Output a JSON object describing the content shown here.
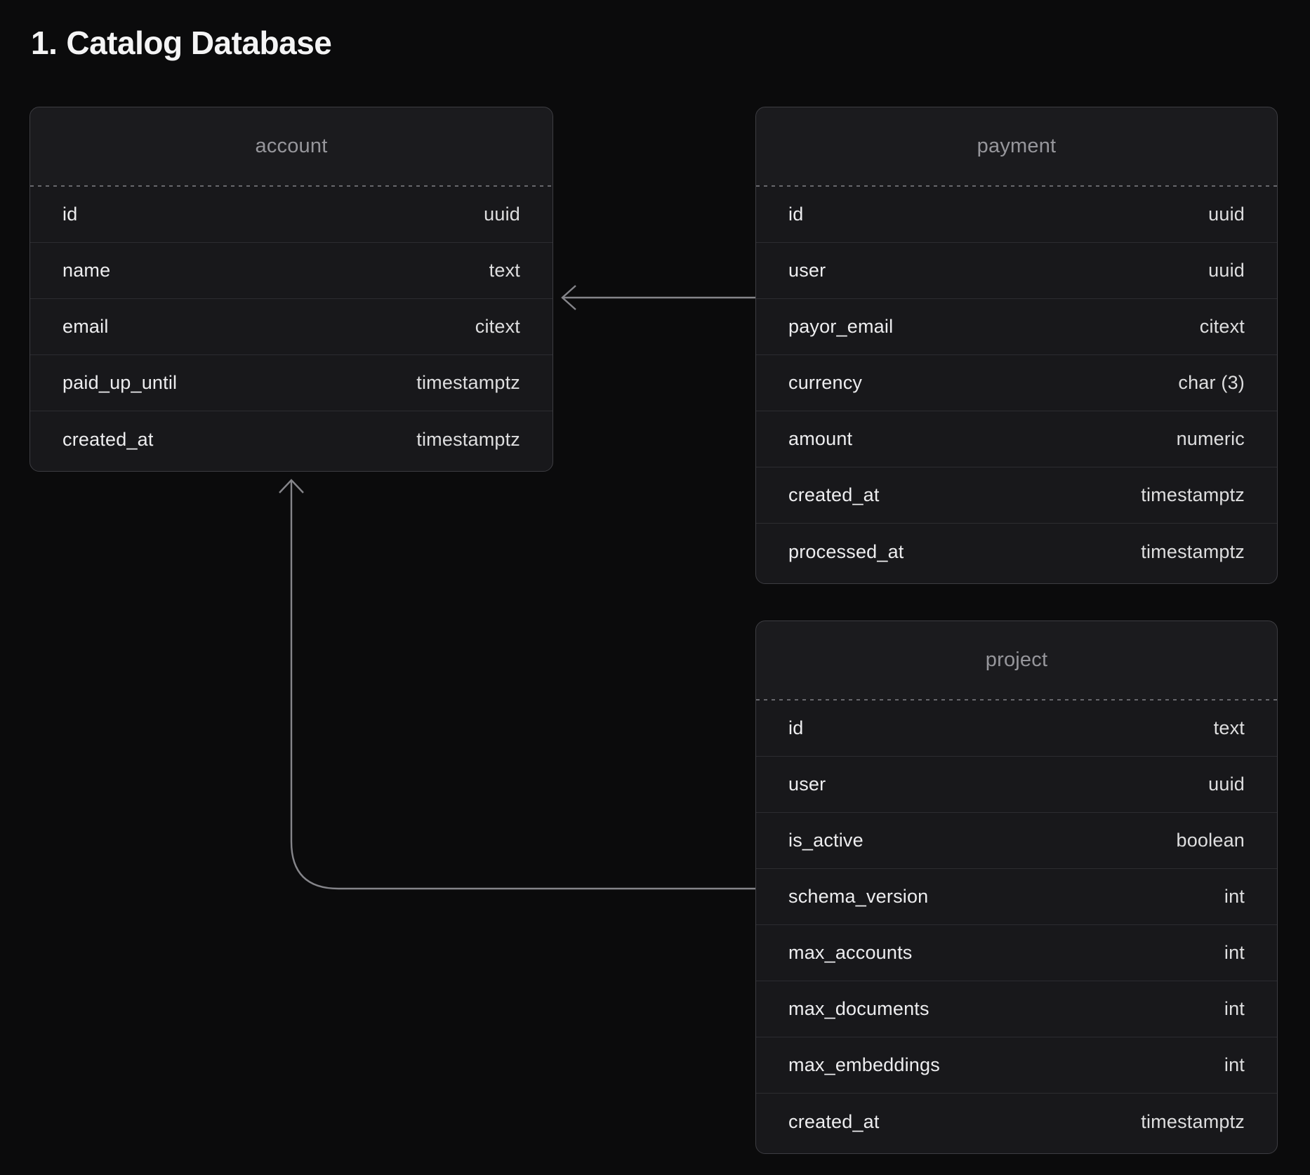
{
  "title": {
    "number": "1.",
    "text": "Catalog Database"
  },
  "tables": [
    {
      "name": "account",
      "columns": [
        {
          "name": "id",
          "type": "uuid"
        },
        {
          "name": "name",
          "type": "text"
        },
        {
          "name": "email",
          "type": "citext"
        },
        {
          "name": "paid_up_until",
          "type": "timestamptz"
        },
        {
          "name": "created_at",
          "type": "timestamptz"
        }
      ]
    },
    {
      "name": "payment",
      "columns": [
        {
          "name": "id",
          "type": "uuid"
        },
        {
          "name": "user",
          "type": "uuid"
        },
        {
          "name": "payor_email",
          "type": "citext"
        },
        {
          "name": "currency",
          "type": "char (3)"
        },
        {
          "name": "amount",
          "type": "numeric"
        },
        {
          "name": "created_at",
          "type": "timestamptz"
        },
        {
          "name": "processed_at",
          "type": "timestamptz"
        }
      ]
    },
    {
      "name": "project",
      "columns": [
        {
          "name": "id",
          "type": "text"
        },
        {
          "name": "user",
          "type": "uuid"
        },
        {
          "name": "is_active",
          "type": "boolean"
        },
        {
          "name": "schema_version",
          "type": "int"
        },
        {
          "name": "max_accounts",
          "type": "int"
        },
        {
          "name": "max_documents",
          "type": "int"
        },
        {
          "name": "max_embeddings",
          "type": "int"
        },
        {
          "name": "created_at",
          "type": "timestamptz"
        }
      ]
    }
  ],
  "relationships": [
    {
      "from": "payment",
      "to": "account",
      "description": "payment points left into account right edge"
    },
    {
      "from": "project",
      "to": "account",
      "description": "project elbows left and up into account bottom edge"
    }
  ],
  "colors": {
    "page_background": "#0b0b0c",
    "card_background": "#18181b",
    "card_border": "#3d3d42",
    "row_divider": "#2c2c30",
    "dashed_divider": "#68686d",
    "table_name_text": "#96969b",
    "column_name_text": "#ededef",
    "column_type_text": "#dededf",
    "title_text": "#f4f4f5",
    "connector": "#85858a"
  }
}
